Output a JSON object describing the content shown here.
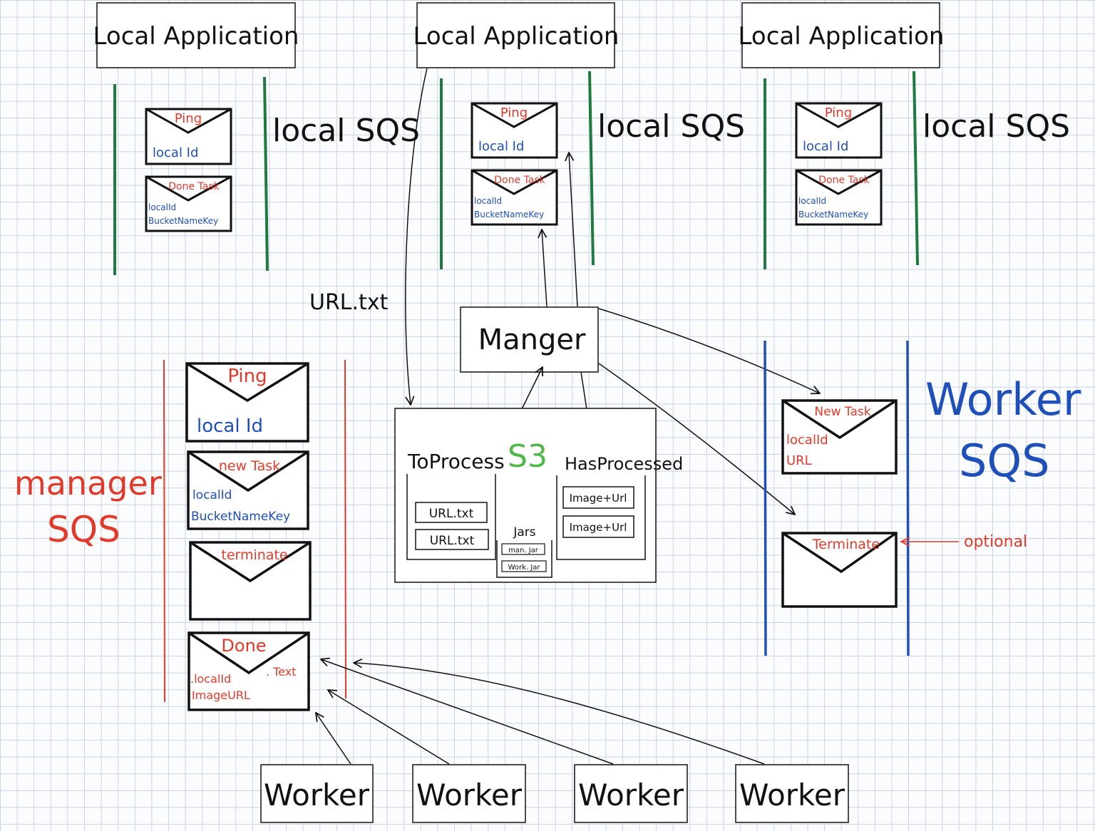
{
  "local_apps": [
    {
      "title": "Local  Application",
      "queue_label": "local  SQS",
      "messages": [
        {
          "header": "Ping",
          "body": [
            "local  Id"
          ]
        },
        {
          "header": "Done Task",
          "body": [
            "localId",
            "BucketNameKey"
          ]
        }
      ]
    },
    {
      "title": "Local  Application",
      "queue_label": "local  SQS",
      "messages": [
        {
          "header": "Ping",
          "body": [
            "local  Id"
          ]
        },
        {
          "header": "Done Task",
          "body": [
            "localId",
            "BucketNameKey"
          ]
        }
      ]
    },
    {
      "title": "Local  Application",
      "queue_label": "local  SQS",
      "messages": [
        {
          "header": "Ping",
          "body": [
            "local  Id"
          ]
        },
        {
          "header": "Done Task",
          "body": [
            "localId",
            "BucketNameKey"
          ]
        }
      ]
    }
  ],
  "upload_label": "URL.txt",
  "manager": {
    "label": "Manger"
  },
  "manager_sqs": {
    "label_line1": "manager",
    "label_line2": "SQS",
    "messages": [
      {
        "header": "Ping",
        "body": [
          "local  Id"
        ]
      },
      {
        "header": "new  Task",
        "body": [
          "localId",
          "BucketNameKey"
        ]
      },
      {
        "header": "terminate",
        "body": []
      },
      {
        "header": "Done",
        "body": [
          ".localId",
          "ImageURL"
        ],
        "extra": ". Text"
      }
    ]
  },
  "s3": {
    "label": "S3",
    "to_process": {
      "title": "ToProcess",
      "files": [
        "URL.txt",
        "URL.txt"
      ]
    },
    "jars": {
      "title": "Jars",
      "files": [
        "man. Jar",
        "Work. Jar"
      ]
    },
    "has_processed": {
      "title": "HasProcessed",
      "files": [
        "Image+Url",
        "Image+Url"
      ]
    }
  },
  "worker_sqs": {
    "label_line1": "Worker",
    "label_line2": "SQS",
    "messages": [
      {
        "header": "New  Task",
        "body": [
          "localId",
          "URL"
        ]
      },
      {
        "header": "Terminate",
        "body": []
      }
    ],
    "optional_label": "optional"
  },
  "workers": [
    {
      "label": "Worker"
    },
    {
      "label": "Worker"
    },
    {
      "label": "Worker"
    },
    {
      "label": "Worker"
    }
  ],
  "colors": {
    "ink": "#111111",
    "red": "#e23a2a",
    "blue": "#1f4fb8",
    "green": "#1e7a3e",
    "s3_green": "#4fb848"
  }
}
